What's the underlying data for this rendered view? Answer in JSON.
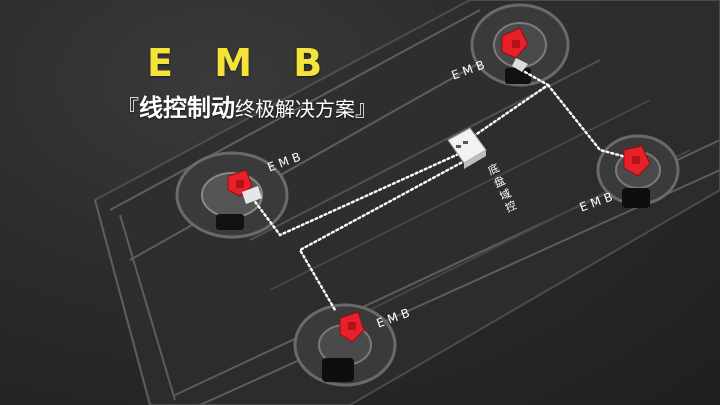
{
  "title": "E M B",
  "subtitle": {
    "open_bracket": "『",
    "bold_text": "线控制动",
    "light_text": "终极解决方案",
    "close_bracket": "』"
  },
  "labels": {
    "emb_rear_right": "EMB",
    "emb_rear_left": "EMB",
    "emb_front_right": "EMB",
    "emb_front_left": "EMB",
    "chassis_domain_controller": "底盘域控"
  },
  "colors": {
    "title": "#f6e33a",
    "caliper": "#e8202a",
    "wire": "#ffffff",
    "body": "#6e6e6e"
  }
}
